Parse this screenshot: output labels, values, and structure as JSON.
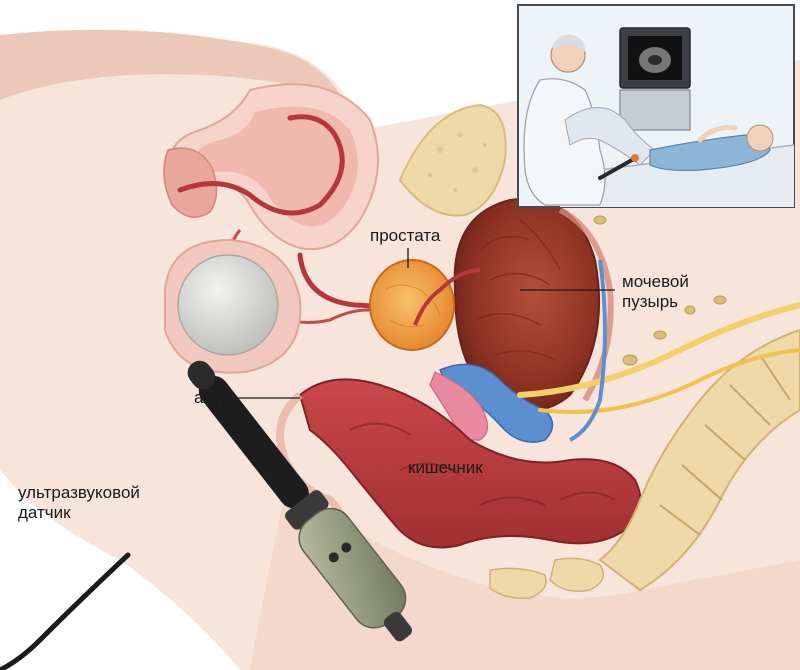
{
  "labels": {
    "prostate": "простата",
    "bladder_line1": "мочевой",
    "bladder_line2": "пузырь",
    "anus": "анус",
    "intestine": "кишечник",
    "probe_line1": "ультразвуковой",
    "probe_line2": "датчик"
  },
  "colors": {
    "skin": "#f6e1d8",
    "skin_shadow": "#e9bcae",
    "tissue_pink": "#f3c7c2",
    "muscle_red": "#b1363a",
    "bladder_brown": "#a0402c",
    "prostate_orange": "#f29b3a",
    "bone": "#efd9a9",
    "seminal_blue": "#5c8fd0",
    "nerve_yellow": "#f4d06a",
    "probe_dark": "#1d1d1d",
    "probe_handle": "#9aa083"
  }
}
